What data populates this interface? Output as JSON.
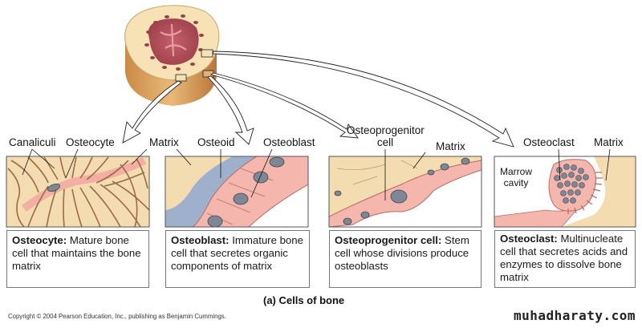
{
  "figure": {
    "caption": "(a) Cells of bone",
    "copyright": "Copyright © 2004 Pearson Education, Inc., publishing as Benjamin Cummings.",
    "watermark": "muhadharaty.com"
  },
  "colors": {
    "matrix": "#f3ddb0",
    "canaliculi": "#9a6a4a",
    "cell_pink": "#f2a7a0",
    "osteoid_blue": "#9fb0cc",
    "nucleus": "#7d8796",
    "bone_outer": "#d9a35f",
    "marrow_red": "#b8545e"
  },
  "panels": [
    {
      "id": "osteocyte",
      "labels": [
        "Canaliculi",
        "Osteocyte",
        "Matrix"
      ],
      "term": "Osteocyte:",
      "description": "Mature bone cell that maintains the bone matrix"
    },
    {
      "id": "osteoblast",
      "labels": [
        "Osteoid",
        "Osteoblast"
      ],
      "term": "Osteoblast:",
      "description": "Immature bone cell that secretes organic components of matrix"
    },
    {
      "id": "osteoprogenitor",
      "labels": [
        "Osteoprogenitor cell",
        "Matrix"
      ],
      "term": "Osteoprogenitor cell:",
      "description": "Stem cell whose divisions produce osteoblasts"
    },
    {
      "id": "osteoclast",
      "labels": [
        "Osteoclast",
        "Matrix",
        "Marrow cavity"
      ],
      "term": "Osteoclast:",
      "description": "Multinucleate cell that secretes acids and enzymes to dissolve bone matrix"
    }
  ]
}
